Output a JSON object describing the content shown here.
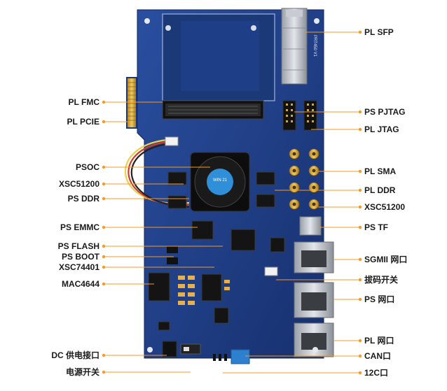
{
  "board": {
    "pcb_color": "#1f3f8a",
    "leader_color": "#f59a23",
    "silkscreen_text": "PRT450 V1",
    "fan_label": "WIN 21"
  },
  "labels_left": [
    {
      "id": "pl-fmc",
      "text": "PL FMC"
    },
    {
      "id": "pl-pcie",
      "text": "PL PCIE"
    },
    {
      "id": "psoc",
      "text": "PSOC"
    },
    {
      "id": "xsc51200-left",
      "text": "XSC51200"
    },
    {
      "id": "ps-ddr",
      "text": "PS DDR"
    },
    {
      "id": "ps-emmc",
      "text": "PS EMMC"
    },
    {
      "id": "ps-flash",
      "text": "PS FLASH"
    },
    {
      "id": "ps-boot",
      "text": "PS BOOT"
    },
    {
      "id": "xsc74401",
      "text": "XSC74401"
    },
    {
      "id": "mac4644",
      "text": "MAC4644"
    },
    {
      "id": "dc-power",
      "text": "DC 供电接口"
    },
    {
      "id": "power-switch",
      "text": "电源开关"
    }
  ],
  "labels_right": [
    {
      "id": "pl-sfp",
      "text": "PL SFP"
    },
    {
      "id": "ps-pjtag",
      "text": "PS PJTAG"
    },
    {
      "id": "pl-jtag",
      "text": "PL JTAG"
    },
    {
      "id": "pl-sma",
      "text": "PL SMA"
    },
    {
      "id": "pl-ddr",
      "text": "PL DDR"
    },
    {
      "id": "xsc51200-right",
      "text": "XSC51200"
    },
    {
      "id": "ps-tf",
      "text": "PS TF"
    },
    {
      "id": "sgmii",
      "text": "SGMII 网口"
    },
    {
      "id": "dip-switch",
      "text": "拔码开关"
    },
    {
      "id": "ps-eth",
      "text": "PS 网口"
    },
    {
      "id": "pl-eth",
      "text": "PL 网口"
    },
    {
      "id": "can",
      "text": "CAN口"
    },
    {
      "id": "i2c",
      "text": "12C口"
    }
  ]
}
